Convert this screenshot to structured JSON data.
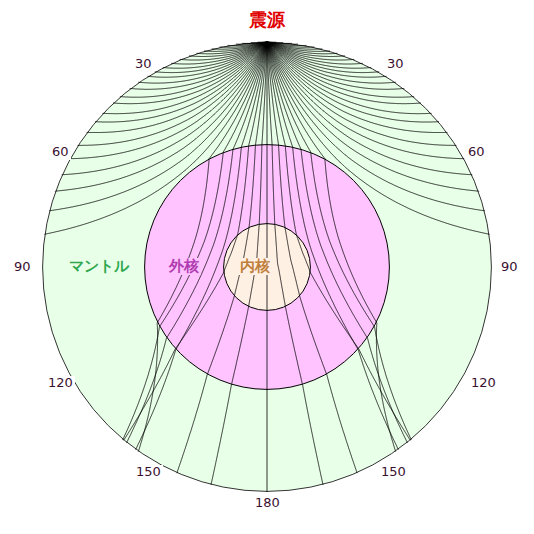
{
  "diagram": {
    "nodes": [
      {
        "text": [
          "マントル"
        ]
      },
      {
        "text": [
          "外核"
        ],
        "in": 0
      },
      {
        "text": [
          "内核"
        ],
        "in": 1
      }
    ],
    "labels": [
      "震源",
      "30",
      "30",
      "60",
      "60",
      "90",
      "90",
      "120",
      "120",
      "150",
      "150",
      "180"
    ]
  }
}
